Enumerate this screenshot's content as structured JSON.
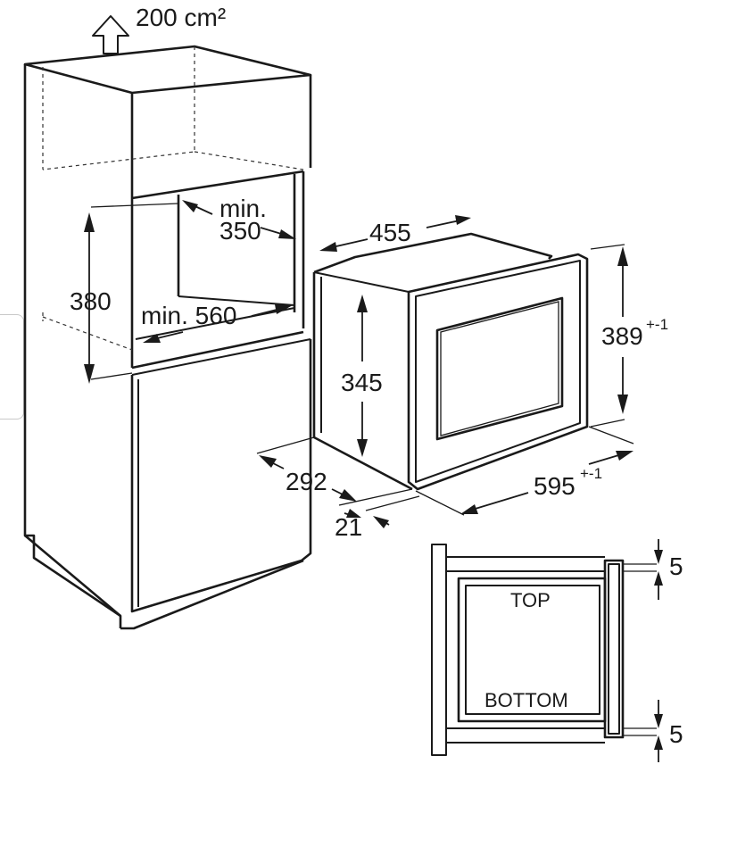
{
  "ventilation": {
    "value": "200 cm²"
  },
  "cabinet": {
    "niche_height": "380",
    "niche_depth_label": "min.",
    "niche_depth_value": "350",
    "niche_width": "min. 560"
  },
  "appliance": {
    "body_width": "455",
    "body_height": "345",
    "body_depth": "292",
    "front_thickness": "21",
    "front_height": "389",
    "front_height_tol": "+-1",
    "front_width": "595",
    "front_width_tol": "+-1"
  },
  "detail": {
    "top_label": "TOP",
    "bottom_label": "BOTTOM",
    "top_gap": "5",
    "bottom_gap": "5"
  }
}
